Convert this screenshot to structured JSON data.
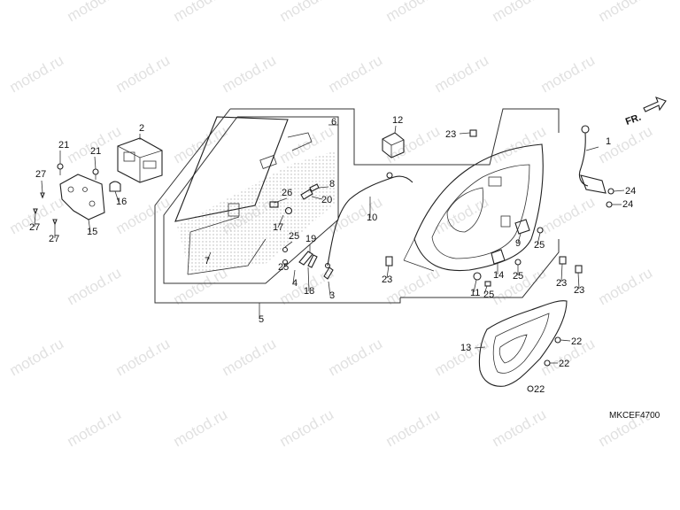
{
  "watermark": "motod.ru",
  "diagram_code": "MKCEF4700",
  "direction_label": "FR.",
  "colors": {
    "line": "#222222",
    "watermark": "#c9c9c9",
    "background": "#ffffff",
    "shade": "#bdbdbd"
  },
  "callouts": [
    {
      "label": "1"
    },
    {
      "label": "2"
    },
    {
      "label": "3"
    },
    {
      "label": "4"
    },
    {
      "label": "5"
    },
    {
      "label": "6"
    },
    {
      "label": "7"
    },
    {
      "label": "8"
    },
    {
      "label": "9"
    },
    {
      "label": "10"
    },
    {
      "label": "11"
    },
    {
      "label": "12"
    },
    {
      "label": "13"
    },
    {
      "label": "14"
    },
    {
      "label": "15"
    },
    {
      "label": "16"
    },
    {
      "label": "17"
    },
    {
      "label": "18"
    },
    {
      "label": "19"
    },
    {
      "label": "20"
    },
    {
      "label": "21"
    },
    {
      "label": "21"
    },
    {
      "label": "22"
    },
    {
      "label": "22"
    },
    {
      "label": "22"
    },
    {
      "label": "23"
    },
    {
      "label": "23"
    },
    {
      "label": "23"
    },
    {
      "label": "23"
    },
    {
      "label": "24"
    },
    {
      "label": "24"
    },
    {
      "label": "25"
    },
    {
      "label": "25"
    },
    {
      "label": "25"
    },
    {
      "label": "25"
    },
    {
      "label": "25"
    },
    {
      "label": "26"
    },
    {
      "label": "27"
    },
    {
      "label": "27"
    },
    {
      "label": "27"
    }
  ]
}
